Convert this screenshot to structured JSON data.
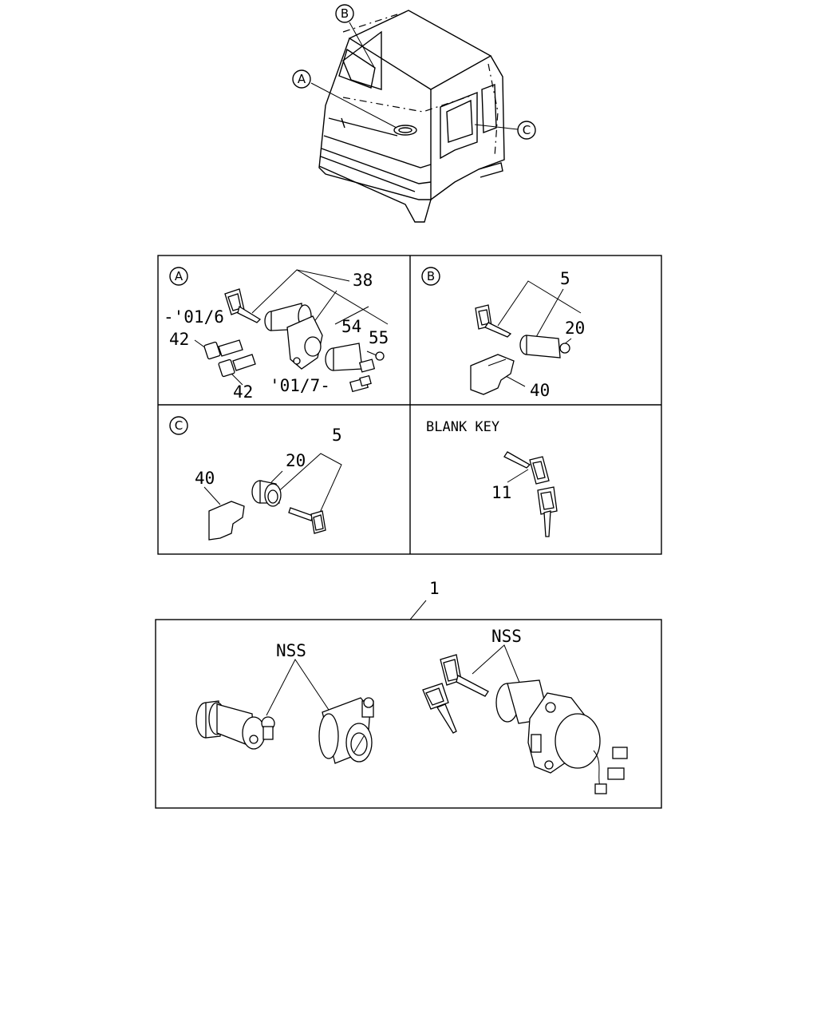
{
  "cab": {
    "markers": [
      "A",
      "B",
      "C"
    ]
  },
  "panels": {
    "a": {
      "marker": "A",
      "callouts": [
        "38",
        "-'01/6",
        "42",
        "54",
        "55",
        "42",
        "'01/7-"
      ]
    },
    "b": {
      "marker": "B",
      "callouts": [
        "5",
        "20",
        "40"
      ]
    },
    "c": {
      "marker": "C",
      "callouts": [
        "5",
        "20",
        "40"
      ]
    },
    "d": {
      "title": "BLANK KEY",
      "callouts": [
        "11"
      ]
    }
  },
  "assembly": {
    "number": "1",
    "nss_labels": [
      "NSS",
      "NSS"
    ]
  }
}
